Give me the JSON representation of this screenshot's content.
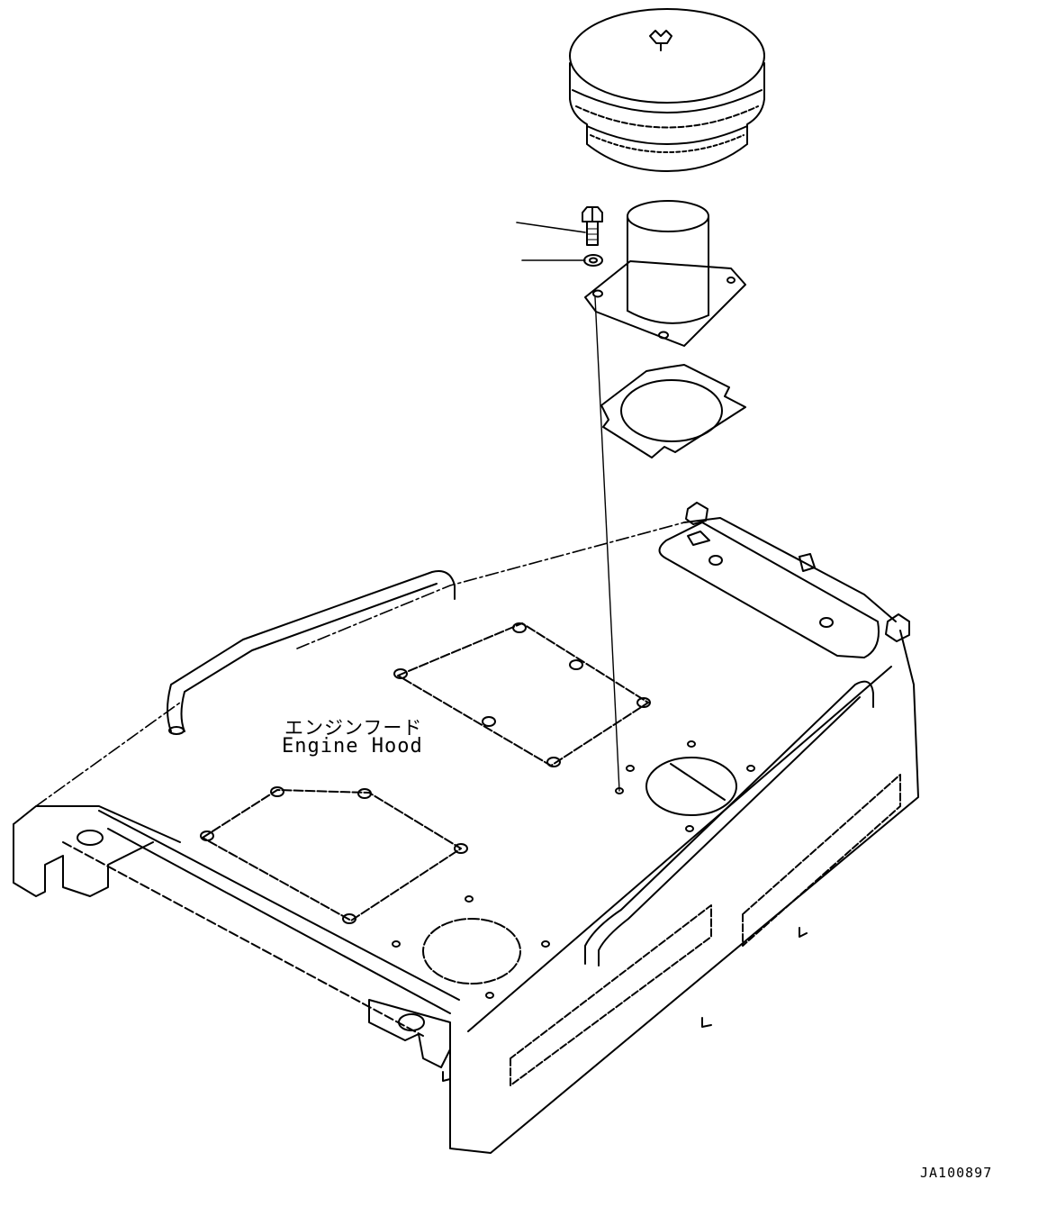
{
  "labels": {
    "part_name_jp": "エンジンフード",
    "part_name_en": "Engine Hood"
  },
  "drawing_number": "JA100897",
  "colors": {
    "line": "#000000",
    "background": "#ffffff"
  },
  "icons": [
    "air-cleaner-cap-icon",
    "bolt-icon",
    "washer-icon",
    "intake-pipe-icon",
    "gasket-icon",
    "engine-hood-icon"
  ]
}
